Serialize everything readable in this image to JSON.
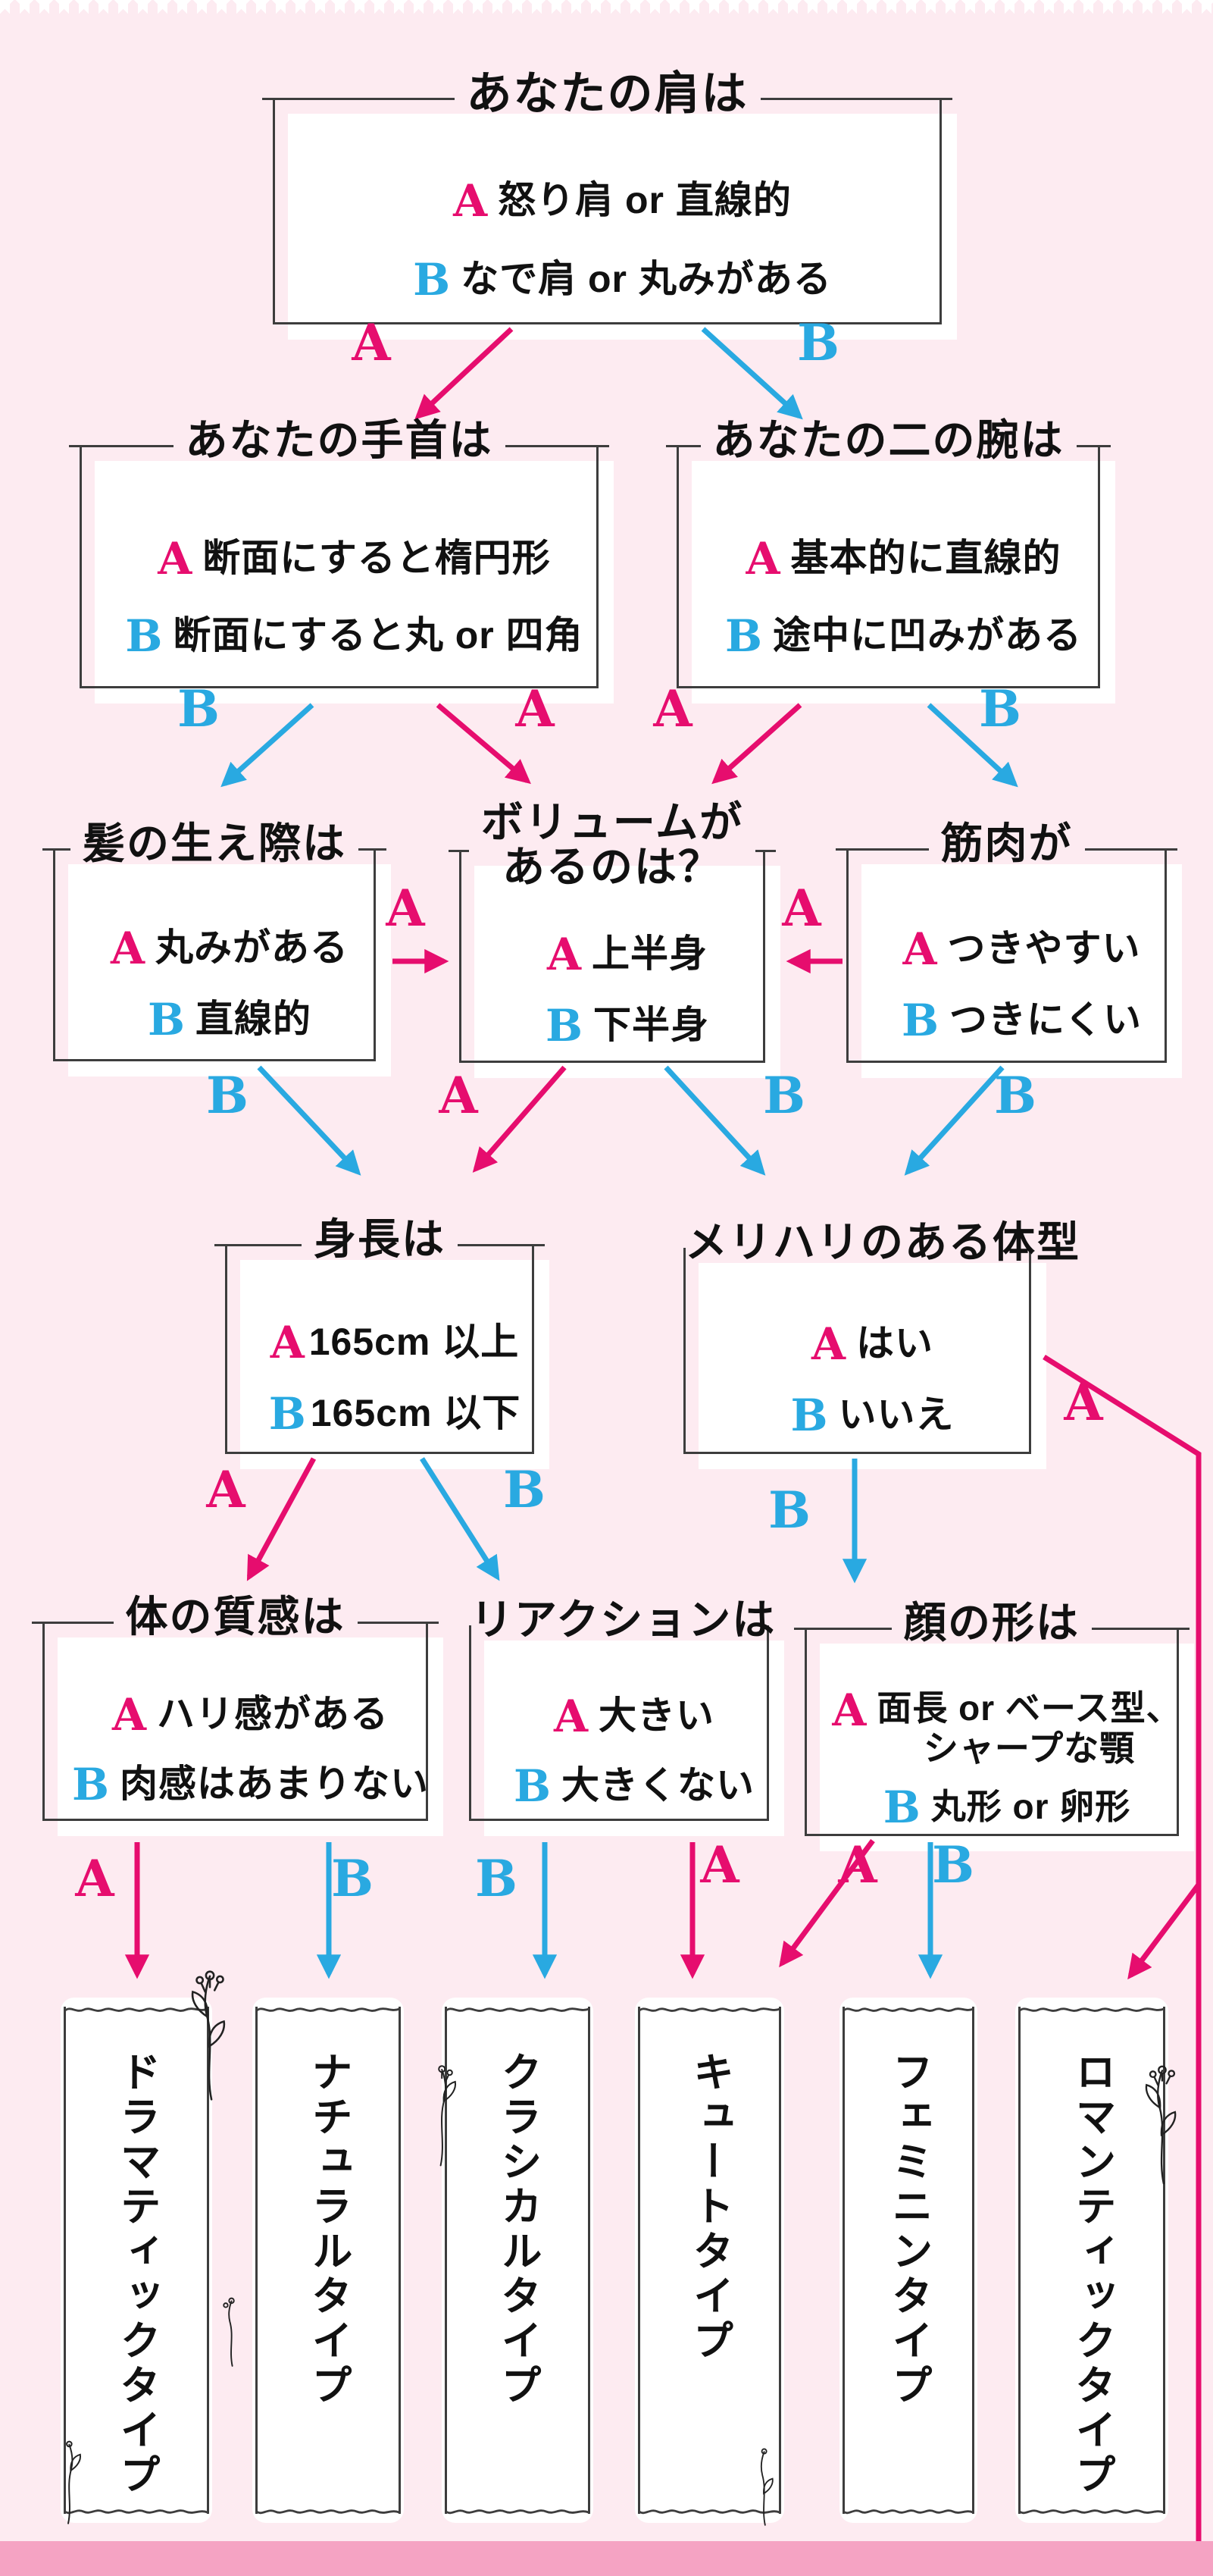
{
  "theme": {
    "background": "#fdebf1",
    "pink": "#e60d6e",
    "blue": "#29a9e1",
    "line": "#3d3d3d",
    "bottom_bar": "#f5a3c3"
  },
  "letters": {
    "a": "A",
    "b": "B"
  },
  "questions": [
    {
      "id": "shoulder",
      "title": "あなたの肩は",
      "a": "怒り肩 or 直線的",
      "b": "なで肩 or 丸みがある"
    },
    {
      "id": "wrist",
      "title": "あなたの手首は",
      "a": "断面にすると楕円形",
      "b": "断面にすると丸 or 四角"
    },
    {
      "id": "upper-arm",
      "title": "あなたの二の腕は",
      "a": "基本的に直線的",
      "b": "途中に凹みがある"
    },
    {
      "id": "hairline",
      "title": "髪の生え際は",
      "a": "丸みがある",
      "b": "直線的"
    },
    {
      "id": "volume",
      "title": "ボリュームが",
      "title2": "あるのは？",
      "a": "上半身",
      "b": "下半身"
    },
    {
      "id": "muscle",
      "title": "筋肉が",
      "a": "つきやすい",
      "b": "つきにくい"
    },
    {
      "id": "height",
      "title": "身長は",
      "a": "165cm 以上",
      "b": "165cm 以下"
    },
    {
      "id": "curvy",
      "title": "メリハリのある体型",
      "a": "はい",
      "b": "いいえ"
    },
    {
      "id": "texture",
      "title": "体の質感は",
      "a": "ハリ感がある",
      "b": "肉感はあまりない"
    },
    {
      "id": "reaction",
      "title": "リアクションは",
      "a": "大きい",
      "b": "大きくない"
    },
    {
      "id": "face",
      "title": "顔の形は",
      "a": "面長 or ベース型、",
      "a2": "シャープな顎",
      "b": "丸形 or 卵形"
    }
  ],
  "results": [
    "ドラマティックタイプ",
    "ナチュラルタイプ",
    "クラシカルタイプ",
    "キュートタイプ",
    "フェミニンタイプ",
    "ロマンティックタイプ"
  ],
  "flow_labels": [
    {
      "text": "A"
    },
    {
      "text": "B"
    },
    {
      "text": "B"
    },
    {
      "text": "A"
    },
    {
      "text": "A"
    },
    {
      "text": "B"
    },
    {
      "text": "A"
    },
    {
      "text": "A"
    },
    {
      "text": "B"
    },
    {
      "text": "A"
    },
    {
      "text": "B"
    },
    {
      "text": "B"
    },
    {
      "text": "A"
    },
    {
      "text": "B"
    },
    {
      "text": "B"
    },
    {
      "text": "A"
    },
    {
      "text": "A"
    },
    {
      "text": "B"
    },
    {
      "text": "B"
    },
    {
      "text": "A"
    },
    {
      "text": "A"
    },
    {
      "text": "B"
    }
  ],
  "icons": {
    "tape": "zigzag-tape",
    "flower": "flower-doodle"
  }
}
